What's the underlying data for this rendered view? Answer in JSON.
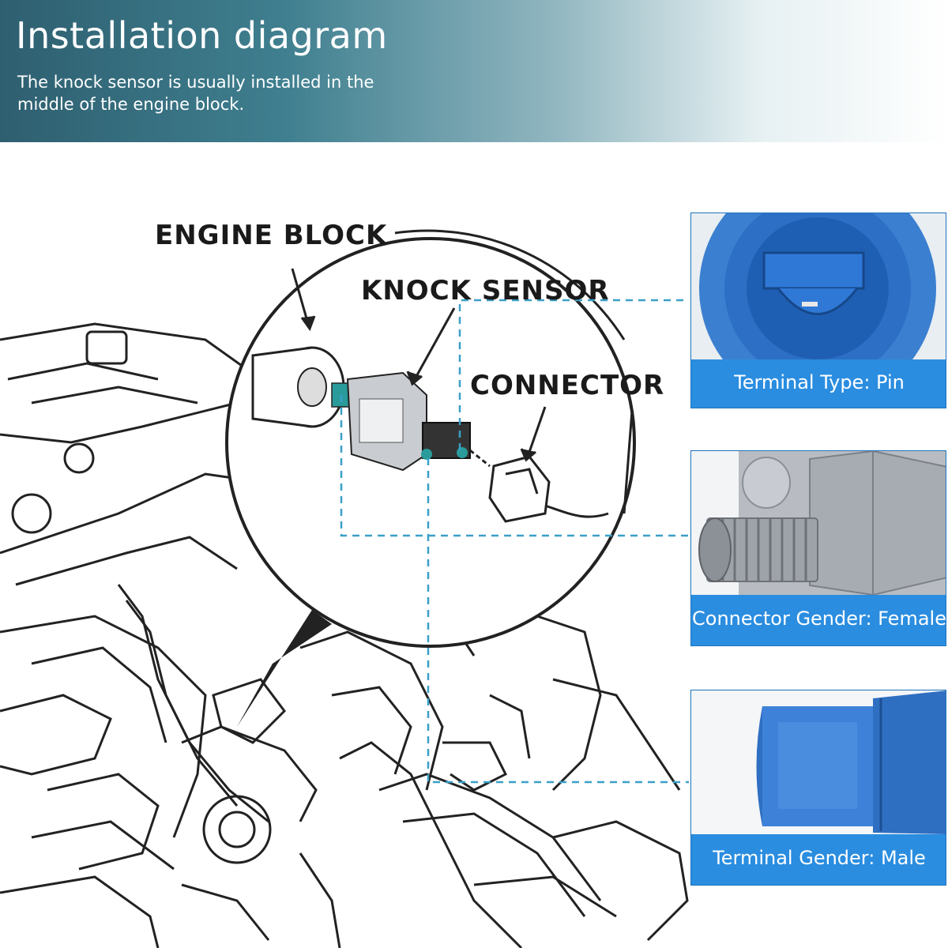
{
  "header": {
    "title": "Installation diagram",
    "subtitle": "The knock sensor is usually installed in the middle of the engine block."
  },
  "diagram": {
    "callouts": {
      "engine_block": "ENGINE BLOCK",
      "knock_sensor": "KNOCK SENSOR",
      "connector": "CONNECTOR"
    }
  },
  "cards": [
    {
      "label": "Terminal Type: Pin"
    },
    {
      "label": "Connector Gender: Female"
    },
    {
      "label": "Terminal Gender: Male"
    }
  ],
  "colors": {
    "accent": "#2a8de0",
    "leader_line": "#3aa0c8",
    "banner": "#3f7f8f"
  }
}
